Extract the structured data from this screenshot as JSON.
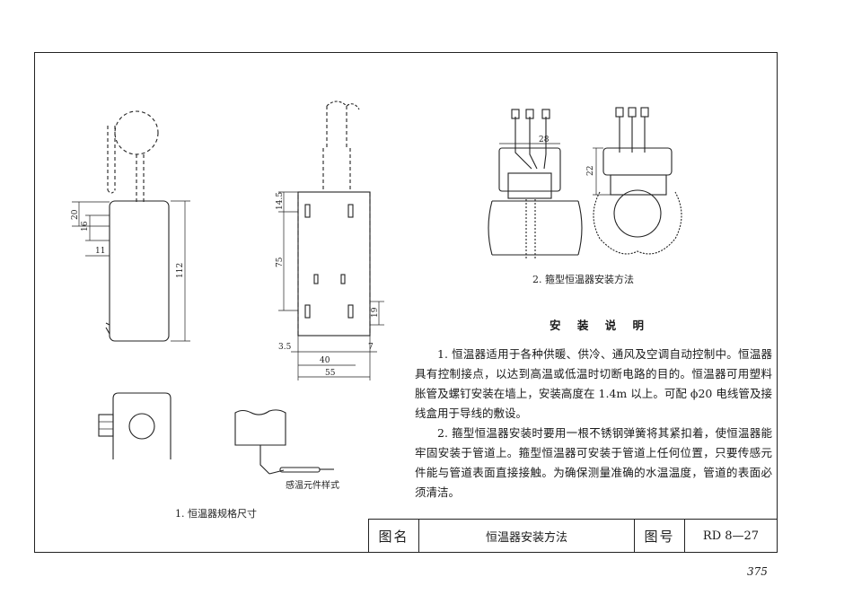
{
  "figure1": {
    "caption": "1. 恒温器规格尺寸",
    "dimensions": [
      "20",
      "16",
      "11",
      "112",
      "14.5",
      "75",
      "19",
      "3.5",
      "7",
      "40",
      "55"
    ],
    "sensor_caption": "感温元件样式"
  },
  "figure2": {
    "caption": "2. 箍型恒温器安装方法",
    "dimensions": [
      "28",
      "22"
    ]
  },
  "notes": {
    "title": "安 装 说 明",
    "paragraph1": "1. 恒温器适用于各种供暖、供冷、通风及空调自动控制中。恒温器具有控制接点，以达到高温或低温时切断电路的目的。恒温器可用塑料胀管及螺钉安装在墙上，安装高度在 1.4m 以上。可配 ϕ20 电线管及接线盒用于导线的敷设。",
    "paragraph2": "2. 箍型恒温器安装时要用一根不锈钢弹簧将其紧扣着，使恒温器能牢固安装于管道上。箍型恒温器可安装于管道上任何位置，只要传感元件能与管道表面直接接触。为确保测量准确的水温温度，管道的表面必须清洁。"
  },
  "title_block": {
    "name_label": "图名",
    "name_value": "恒温器安装方法",
    "number_label": "图号",
    "number_value": "RD 8—27"
  },
  "page_number": "375"
}
